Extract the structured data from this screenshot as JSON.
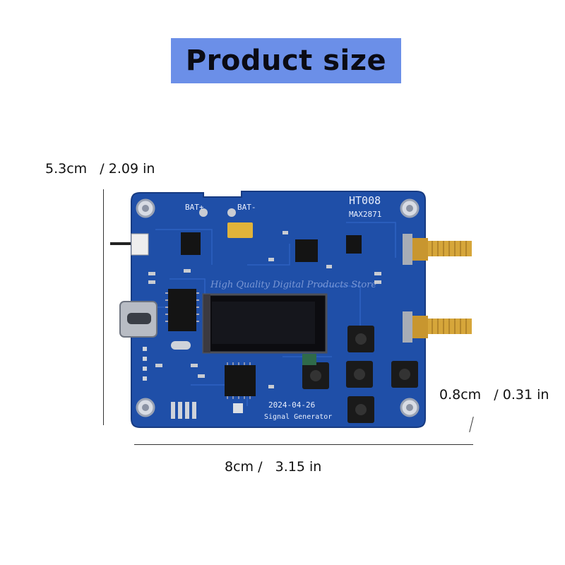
{
  "title": "Product size",
  "dimensions": {
    "height": "5.3cm   / 2.09 in",
    "thickness": "0.8cm   / 0.31 in",
    "width": "8cm /   3.15 in"
  },
  "board": {
    "model": "HT008",
    "chip": "MAX2871",
    "date": "2024-04-26",
    "name": "Signal Generator",
    "bat_plus": "BAT+",
    "bat_minus": "BAT-",
    "watermark": "High Quality Digital Products Store"
  },
  "colors": {
    "banner": "#6b8fe8",
    "pcb": "#1f4fa8",
    "sma_gold": "#c8962f"
  }
}
